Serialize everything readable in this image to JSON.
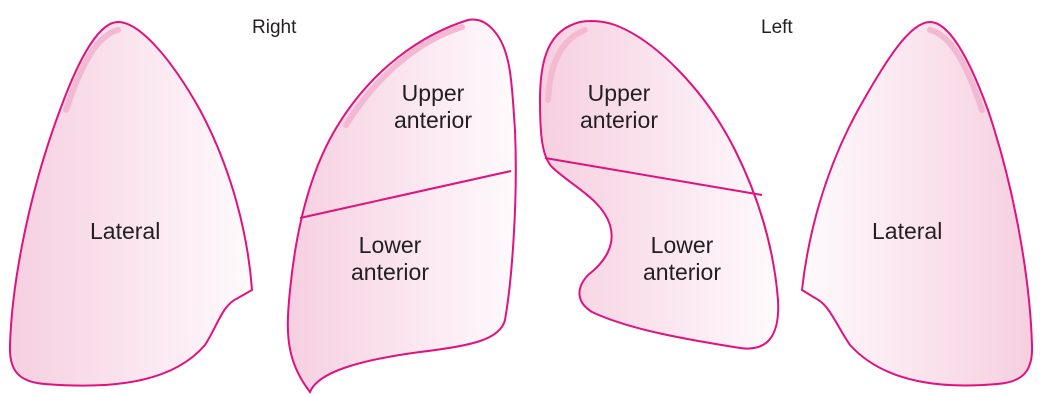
{
  "sides": {
    "right": "Right",
    "left": "Left"
  },
  "right_lung": {
    "lateral_view": {
      "label": "Lateral"
    },
    "anterior_view": {
      "upper": [
        "Upper",
        "anterior"
      ],
      "lower": [
        "Lower",
        "anterior"
      ]
    }
  },
  "left_lung": {
    "anterior_view": {
      "upper": [
        "Upper",
        "anterior"
      ],
      "lower": [
        "Lower",
        "anterior"
      ]
    },
    "lateral_view": {
      "label": "Lateral"
    }
  },
  "colors": {
    "outline": "#e0127f",
    "fill_light": "#fdf1f6",
    "fill_dark": "#f6cfe0",
    "rim": "#f3b9d3",
    "text": "#231f20"
  }
}
